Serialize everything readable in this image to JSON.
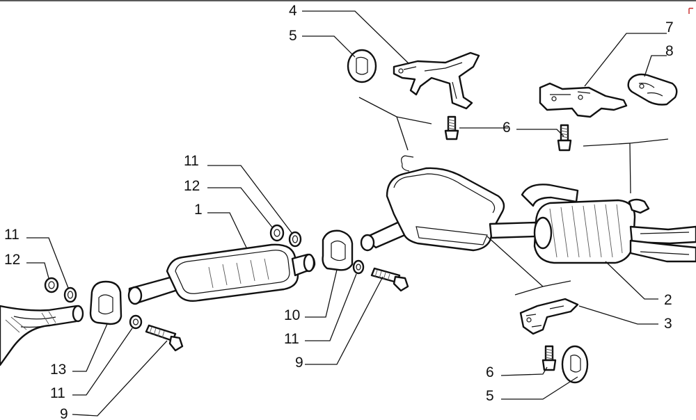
{
  "diagram": {
    "callouts": [
      {
        "id": "c4-top",
        "text": "4"
      },
      {
        "id": "c5-top",
        "text": "5"
      },
      {
        "id": "c7",
        "text": "7"
      },
      {
        "id": "c8",
        "text": "8"
      },
      {
        "id": "c6-top",
        "text": "6"
      },
      {
        "id": "c11-mid",
        "text": "11"
      },
      {
        "id": "c12-mid",
        "text": "12"
      },
      {
        "id": "c1",
        "text": "1"
      },
      {
        "id": "c11-left",
        "text": "11"
      },
      {
        "id": "c12-left",
        "text": "12"
      },
      {
        "id": "c10",
        "text": "10"
      },
      {
        "id": "c11-center",
        "text": "11"
      },
      {
        "id": "c9-center",
        "text": "9"
      },
      {
        "id": "c13",
        "text": "13"
      },
      {
        "id": "c11-bottom",
        "text": "11"
      },
      {
        "id": "c9-bottom",
        "text": "9"
      },
      {
        "id": "c2",
        "text": "2"
      },
      {
        "id": "c3",
        "text": "3"
      },
      {
        "id": "c6-bottom",
        "text": "6"
      },
      {
        "id": "c5-bottom",
        "text": "5"
      }
    ]
  }
}
